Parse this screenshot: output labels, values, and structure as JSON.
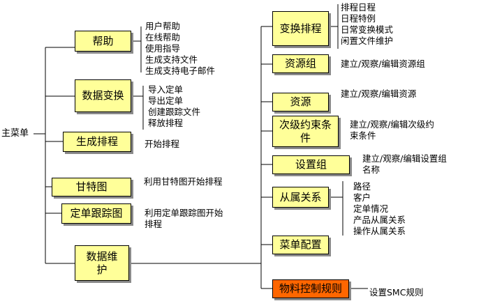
{
  "root": "主菜单",
  "left": [
    {
      "label": "帮助",
      "items": [
        "用户帮助",
        "在线帮助",
        "使用指导",
        "生成支持文件",
        "生成支持电子邮件"
      ]
    },
    {
      "label": "数据变换",
      "items": [
        "导入定单",
        "导出定单",
        "创建跟踪文件",
        "释放排程"
      ]
    },
    {
      "label": "生成排程",
      "items": [
        "开始排程"
      ]
    },
    {
      "label": "甘特图",
      "items": [
        "利用甘特图开始排程"
      ]
    },
    {
      "label": "定单跟踪图",
      "items": [
        "利用定单跟踪图开始",
        "排程"
      ]
    },
    {
      "label": "数据维护",
      "items": []
    }
  ],
  "right": [
    {
      "label": "变换排程",
      "items": [
        "排程日程",
        "日程特例",
        "日常变换模式",
        "闲置文件维护"
      ]
    },
    {
      "label": "资源组",
      "items": [
        "建立/观察/编辑资源组"
      ]
    },
    {
      "label": "资源",
      "items": [
        "建立/观察/编辑资源"
      ]
    },
    {
      "label": "次级约束条件",
      "items": [
        "建立/观察/编辑次级约",
        "束条件"
      ]
    },
    {
      "label": "设置组",
      "items": [
        "建立/观察/编辑设置组",
        "名称"
      ]
    },
    {
      "label": "从属关系",
      "items": [
        "路径",
        "客户",
        "定单情况",
        "产品从属关系",
        "操作从属关系"
      ]
    },
    {
      "label": "菜单配置",
      "items": []
    },
    {
      "label": "物料控制规则",
      "items": [
        "设置SMC规则"
      ],
      "highlight": "#ff6600"
    }
  ]
}
